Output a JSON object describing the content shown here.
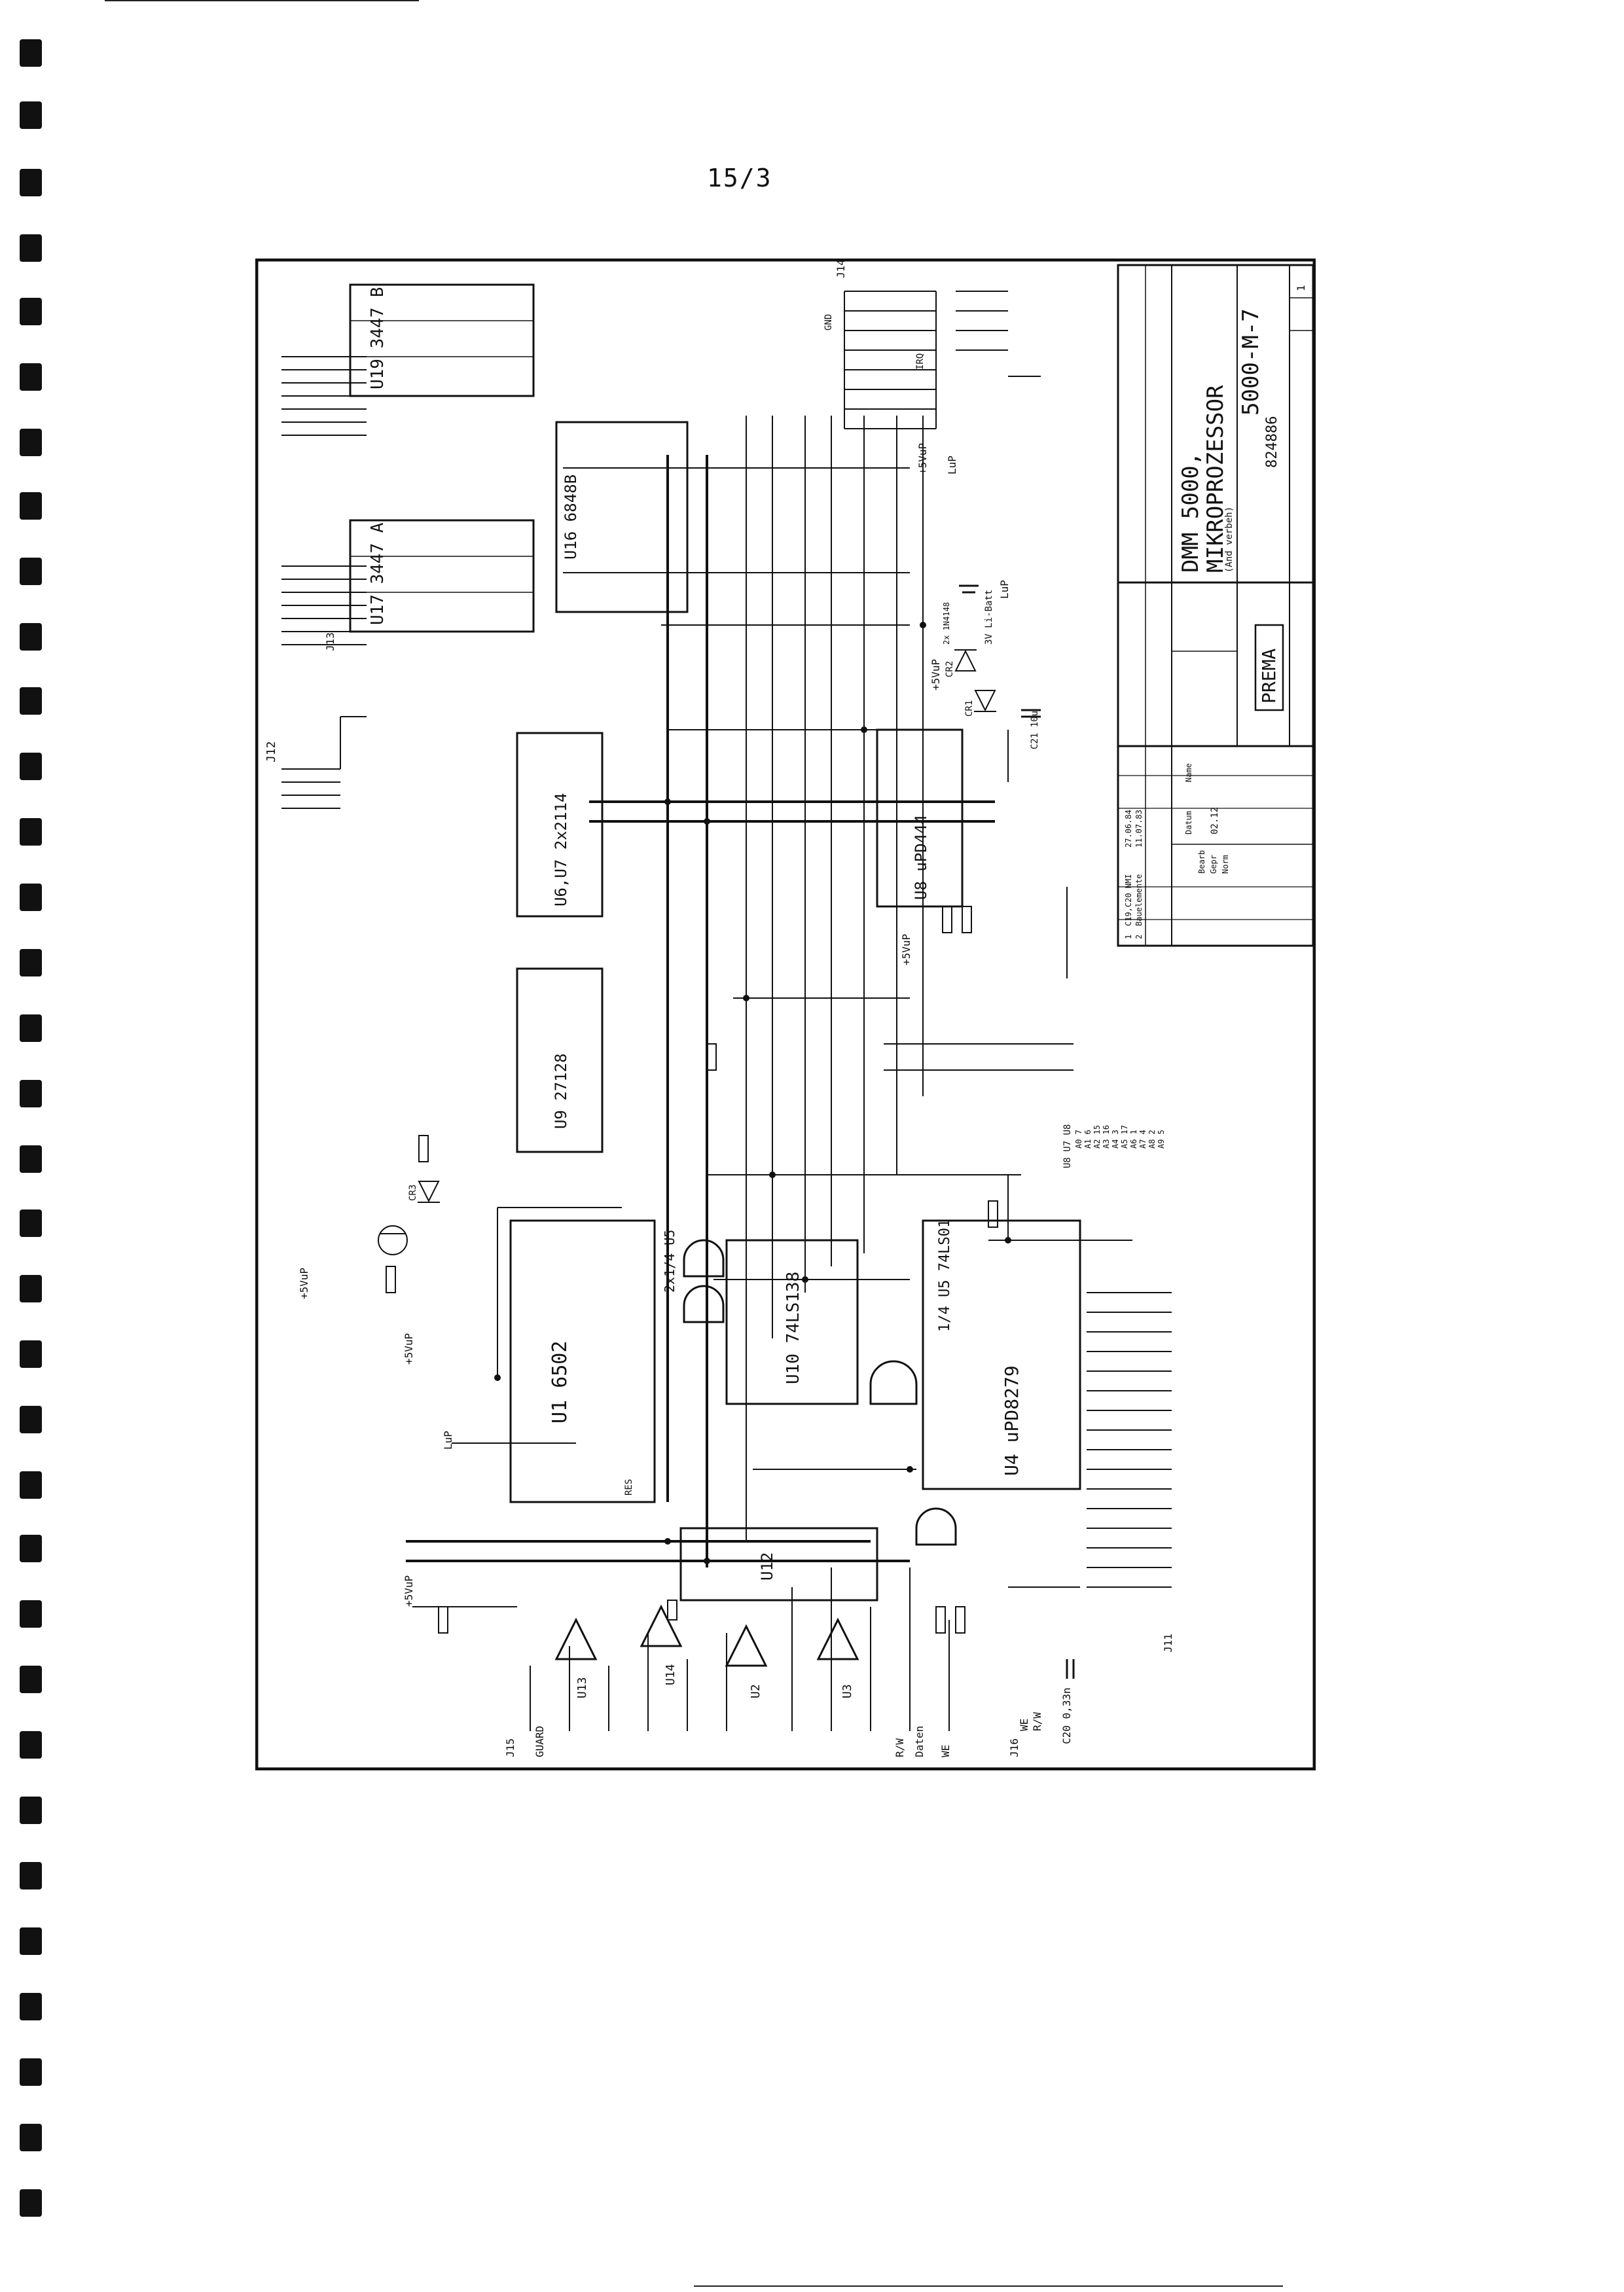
{
  "page_number": "15/3",
  "title_block": {
    "title_line1": "DMM 5000,",
    "title_line2": "MIKROPROZESSOR",
    "title_line3": "5000-M-7",
    "note": "(And verbeh)",
    "drawing_number": "824886",
    "company": "PREMA",
    "sheet": "1",
    "revisions": [
      {
        "no": "1",
        "text": "C19,C20 NMI",
        "date": "27.06.84"
      },
      {
        "no": "2",
        "text": "Bauelemente",
        "date": "11.07.83"
      }
    ],
    "date": "02.12",
    "header_labels": [
      "Datum",
      "Name",
      "Bearb",
      "Gepr",
      "Norm"
    ]
  },
  "components": {
    "u1": "U1 6502",
    "u2": "U2",
    "u3": "U3",
    "u4": "U4 uPD8279",
    "u5a": "1/4 U5 74LS01",
    "u5b": "2x1/4 U5",
    "u6": "U6,U7 2x2114",
    "u8": "U8 uPD444",
    "u9": "U9 27128",
    "u10": "U10 74LS138",
    "u12": "U12",
    "u13": "U13",
    "u14": "U14",
    "u16": "U16 6848B",
    "u17": "U17 3447 A",
    "u19": "U19 3447 B",
    "cr1": "CR1",
    "cr2": "CR2",
    "cr3": "CR3",
    "c20": "C20 0,33n",
    "c21": "C21 10u"
  },
  "connectors": {
    "j11": "J11",
    "j12": "J12",
    "j13": "J13",
    "j14": "J14",
    "j15": "J15",
    "j16": "J16"
  },
  "net_labels": {
    "vcc": "+5VuP",
    "gnd": "GND",
    "guard": "GUARD",
    "daten": "Daten",
    "rw": "R/W",
    "we": "WE",
    "irq": "IRQ",
    "res": "RES",
    "lup": "LuP",
    "battery": "3V Li-Batt",
    "diode": "2x 1N4148"
  },
  "address_table": {
    "header": "U8 U7 U8",
    "rows": [
      "A0 7",
      "A1 6",
      "A2 15",
      "A3 16",
      "A4 3",
      "A5 17",
      "A6 1",
      "A7 4",
      "A8 2",
      "A9 5"
    ]
  }
}
